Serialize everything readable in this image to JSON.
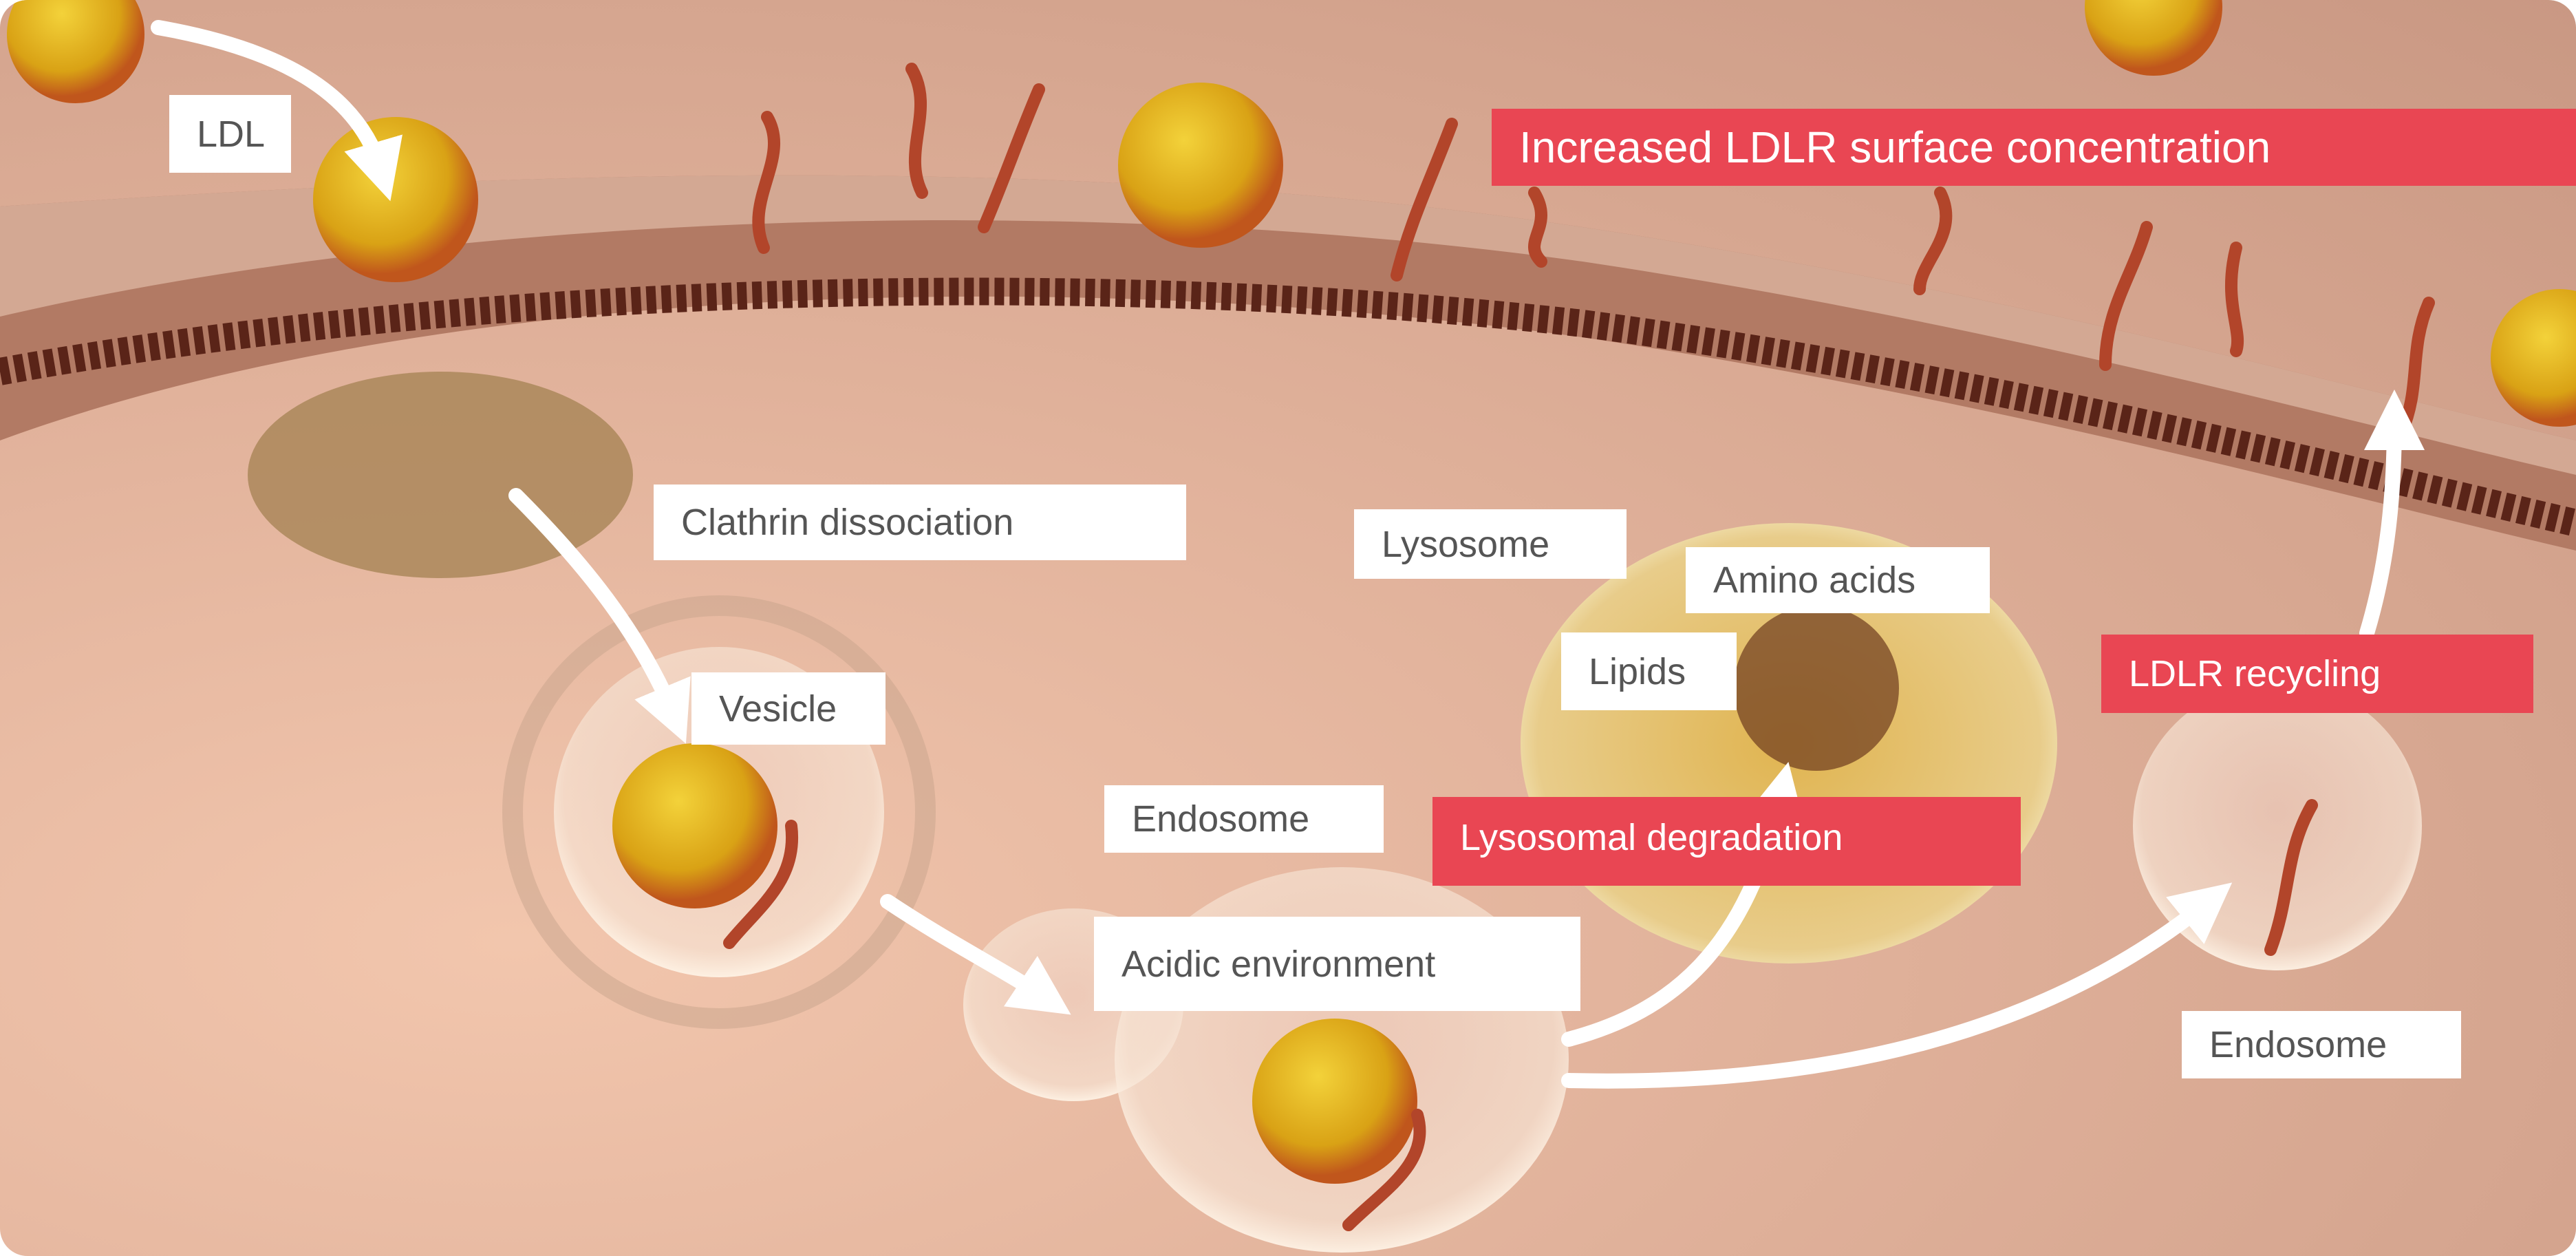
{
  "labels": {
    "ldl": "LDL",
    "increased_ldlr": "Increased LDLR surface concentration",
    "clathrin": "Clathrin dissociation",
    "lysosome": "Lysosome",
    "amino_acids": "Amino acids",
    "lipids": "Lipids",
    "ldlr_recycling": "LDLR recycling",
    "vesicle": "Vesicle",
    "endosome_1": "Endosome",
    "lysosomal_degradation": "Lysosomal degradation",
    "acidic_environment": "Acidic environment",
    "endosome_2": "Endosome"
  },
  "colors": {
    "highlight": "#E94653",
    "label_bg": "#FFFFFF",
    "label_text": "#555555"
  }
}
